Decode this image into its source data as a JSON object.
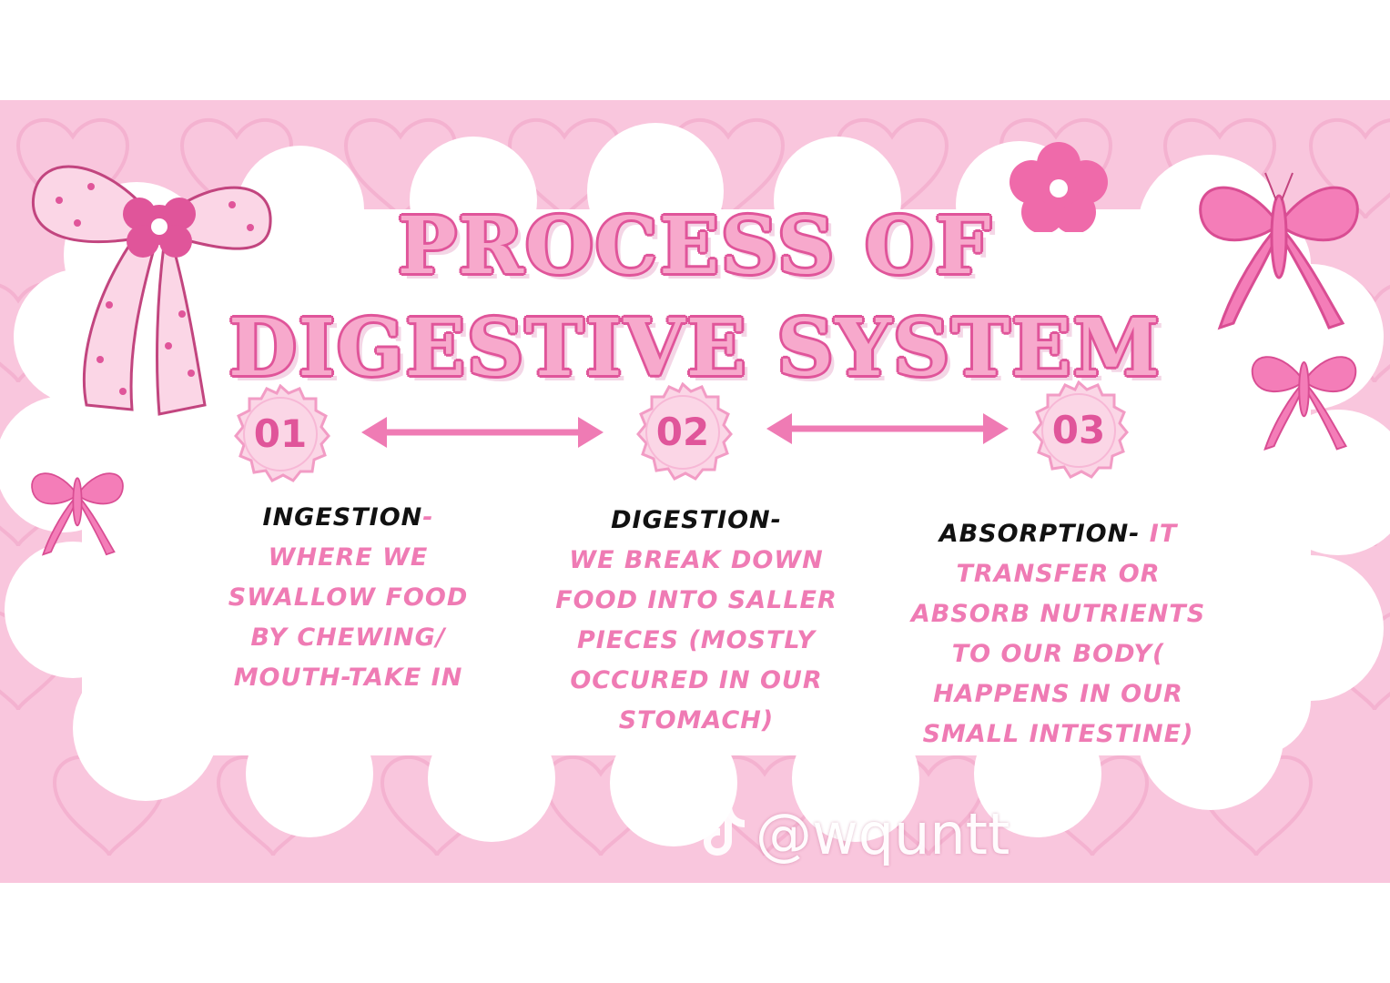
{
  "title": {
    "line1": "PROCESS OF",
    "line2": "DIGESTIVE SYSTEM"
  },
  "steps": [
    {
      "number": "01",
      "heading": "INGESTION",
      "heading_dash": "-",
      "body": "WHERE WE SWALLOW FOOD BY CHEWING/ MOUTH-TAKE IN"
    },
    {
      "number": "02",
      "heading": "DIGESTION-",
      "heading_tail": "",
      "body": "WE BREAK DOWN FOOD INTO SALLER PIECES (MOSTLY OCCURED IN OUR STOMACH)"
    },
    {
      "number": "03",
      "heading": "ABSORPTION-",
      "heading_tail": " IT",
      "body": "TRANSFER OR ABSORB NUTRIENTS TO OUR BODY( HAPPENS IN OUR SMALL INTESTINE)"
    }
  ],
  "watermark": {
    "icon": "tiktok-icon",
    "handle": "@wquntt"
  },
  "colors": {
    "banner": "#f9c6dd",
    "accent": "#e0559a",
    "text_pink": "#ef7bb4",
    "heading": "#111111"
  },
  "decorations": [
    "bow-icon",
    "flower-icon",
    "butterfly-bow-icon",
    "heart-pattern"
  ]
}
